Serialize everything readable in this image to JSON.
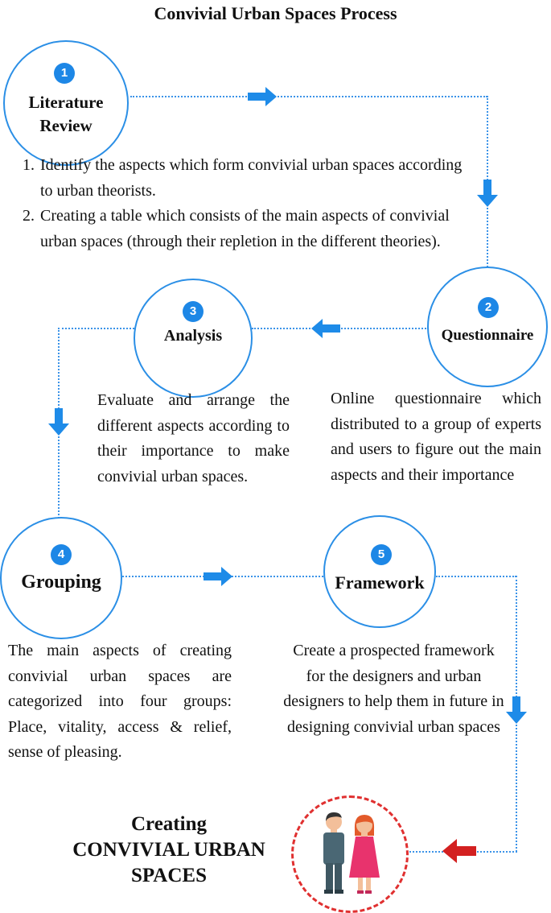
{
  "title": "Convivial Urban Spaces Process",
  "steps": [
    {
      "number": "1",
      "label_line1": "Literature",
      "label_line2": "Review",
      "description_items": [
        "Identify the aspects which form convivial urban spaces according to urban theorists.",
        "Creating a table which consists of the main aspects of convivial urban spaces (through their repletion in the different theories)."
      ]
    },
    {
      "number": "2",
      "label": "Questionnaire",
      "description": "Online questionnaire which distributed to a group of experts and users to figure out the main aspects and their importance"
    },
    {
      "number": "3",
      "label": "Analysis",
      "description": "Evaluate and arrange the different aspects according to their importance to make convivial urban spaces."
    },
    {
      "number": "4",
      "label": "Grouping",
      "description": "The main aspects of creating convivial urban spaces are categorized into four groups: Place, vitality, access & relief, sense of pleasing."
    },
    {
      "number": "5",
      "label": "Framework",
      "description": "Create a prospected framework for the designers and urban designers to help them in future in designing convivial urban spaces"
    }
  ],
  "final": {
    "line1": "Creating",
    "line2": "CONVIVIAL URBAN",
    "line3": "SPACES",
    "icon": "people-icon"
  },
  "colors": {
    "accent_blue": "#1d87e6",
    "arrow_blue": "#1e8be8",
    "final_red": "#d32020",
    "dash_red": "#e03030"
  }
}
